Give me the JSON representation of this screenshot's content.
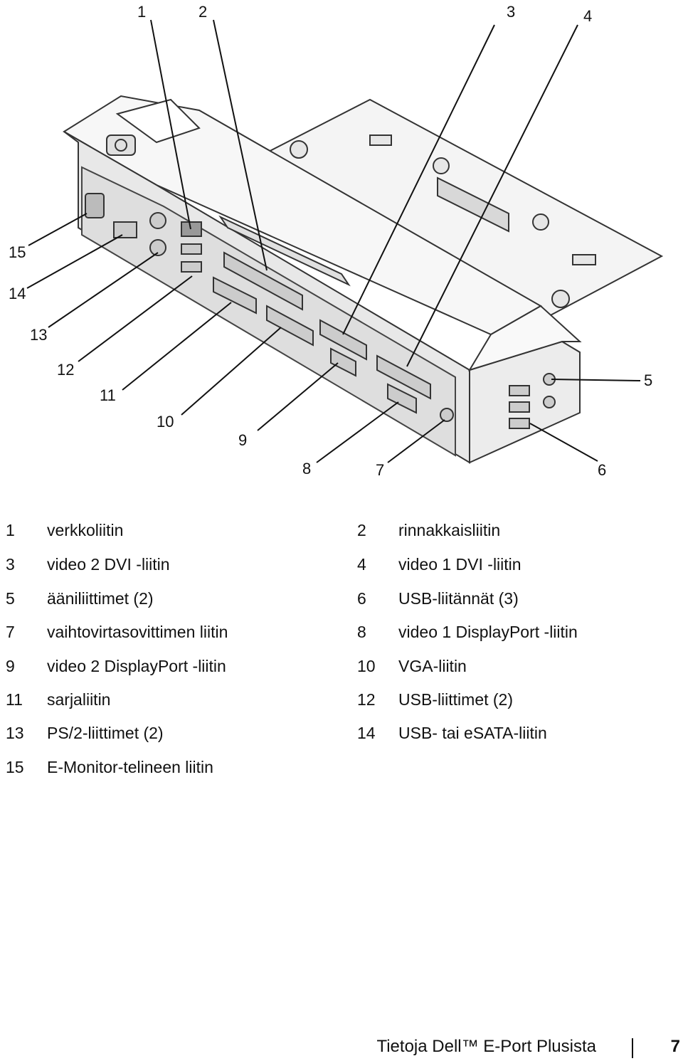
{
  "figure": {
    "callouts": [
      "1",
      "2",
      "3",
      "4",
      "5",
      "6",
      "7",
      "8",
      "9",
      "10",
      "11",
      "12",
      "13",
      "14",
      "15"
    ]
  },
  "legend": [
    {
      "num": "1",
      "text": "verkkoliitin"
    },
    {
      "num": "2",
      "text": "rinnakkaisliitin"
    },
    {
      "num": "3",
      "text": "video 2 DVI -liitin"
    },
    {
      "num": "4",
      "text": "video 1 DVI -liitin"
    },
    {
      "num": "5",
      "text": "ääniliittimet (2)"
    },
    {
      "num": "6",
      "text": "USB-liitännät (3)"
    },
    {
      "num": "7",
      "text": "vaihtovirtasovittimen liitin"
    },
    {
      "num": "8",
      "text": "video 1 DisplayPort -liitin"
    },
    {
      "num": "9",
      "text": "video 2 DisplayPort -liitin"
    },
    {
      "num": "10",
      "text": "VGA-liitin"
    },
    {
      "num": "11",
      "text": "sarjaliitin"
    },
    {
      "num": "12",
      "text": "USB-liittimet (2)"
    },
    {
      "num": "13",
      "text": "PS/2-liittimet (2)"
    },
    {
      "num": "14",
      "text": "USB- tai eSATA-liitin"
    },
    {
      "num": "15",
      "text": "E-Monitor-telineen liitin"
    }
  ],
  "footer": {
    "title": "Tietoja Dell™ E-Port Plusista",
    "page": "7"
  }
}
